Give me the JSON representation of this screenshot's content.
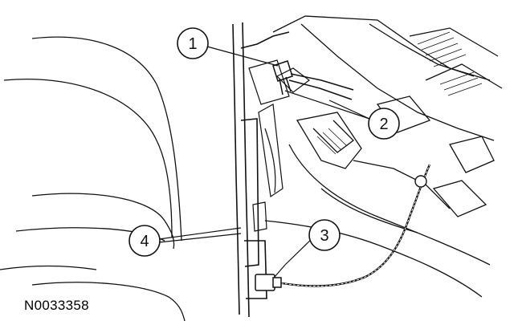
{
  "figure": {
    "id": "N0033358",
    "callouts": [
      {
        "number": "1",
        "label": "1"
      },
      {
        "number": "2",
        "label": "2"
      },
      {
        "number": "3",
        "label": "3"
      },
      {
        "number": "4",
        "label": "4"
      }
    ]
  },
  "colors": {
    "ink": "#111111",
    "background": "#ffffff"
  }
}
